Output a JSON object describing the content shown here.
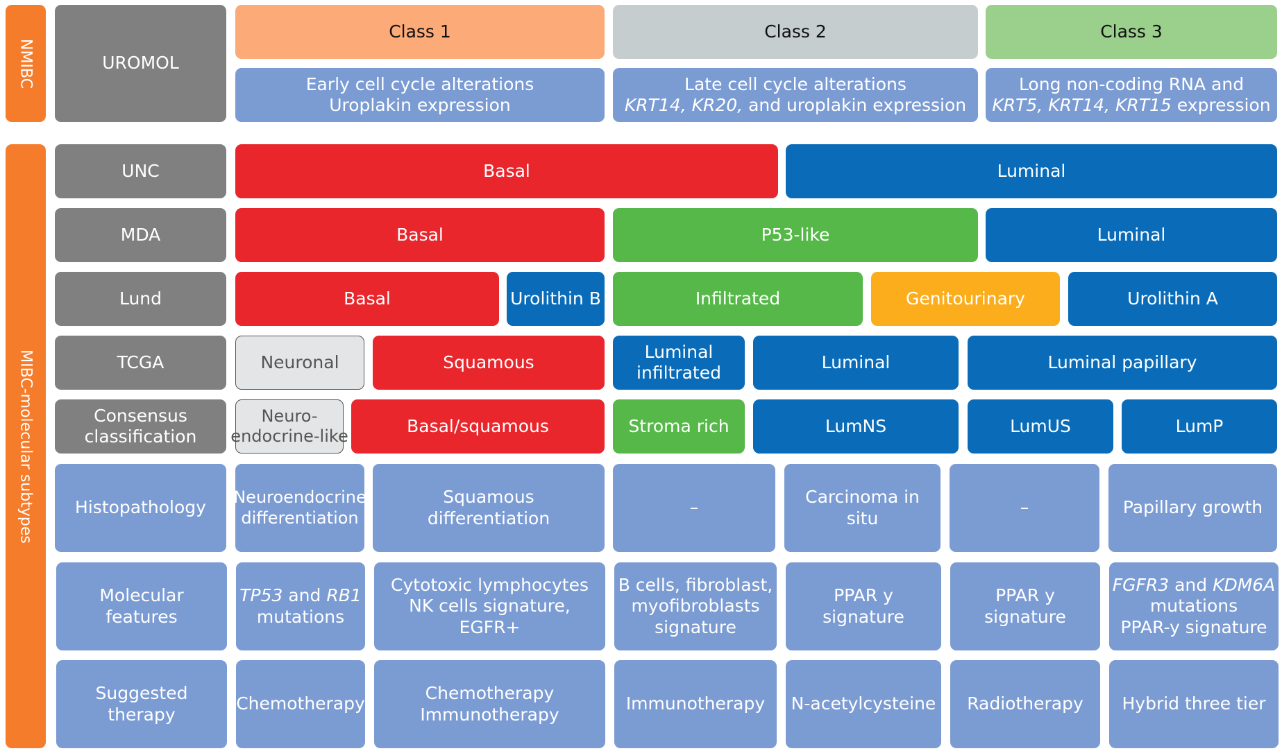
{
  "side_labels": {
    "nmibc": "NMIBC",
    "mibc": "MIBC-molecular subtypes"
  },
  "row_labels": {
    "uromol": "UROMOL",
    "unc": "UNC",
    "mda": "MDA",
    "lund": "Lund",
    "tcga": "TCGA",
    "consensus_1": "Consensus",
    "consensus_2": "classification",
    "histopathology": "Histopathology",
    "molecular_1": "Molecular",
    "molecular_2": "features",
    "therapy_1": "Suggested",
    "therapy_2": "therapy"
  },
  "uromol": {
    "class1": "Class 1",
    "class2": "Class 2",
    "class3": "Class 3",
    "class1_desc_1": "Early cell cycle alterations",
    "class1_desc_2": "Uroplakin expression",
    "class2_desc_1": "Late cell cycle alterations",
    "class2_desc_genes": "KRT14, KR20,",
    "class2_desc_rest": " and uroplakin expression",
    "class3_desc_1": "Long non-coding RNA and",
    "class3_desc_genes": "KRT5, KRT14, KRT15",
    "class3_desc_rest": " expression"
  },
  "unc": {
    "basal": "Basal",
    "luminal": "Luminal"
  },
  "mda": {
    "basal": "Basal",
    "p53like": "P53-like",
    "luminal": "Luminal"
  },
  "lund": {
    "basal": "Basal",
    "urolithin_b": "Urolithin B",
    "infiltrated": "Infiltrated",
    "genitourinary": "Genitourinary",
    "urolithin_a": "Urolithin A"
  },
  "tcga": {
    "neuronal": "Neuronal",
    "squamous": "Squamous",
    "luminal_infiltrated_1": "Luminal",
    "luminal_infiltrated_2": "infiltrated",
    "luminal": "Luminal",
    "luminal_papillary": "Luminal papillary"
  },
  "consensus": {
    "neuro_1": "Neuro-",
    "neuro_2": "endocrine-like",
    "basal_squamous": "Basal/squamous",
    "stroma_rich": "Stroma rich",
    "lumns": "LumNS",
    "lumus": "LumUS",
    "lump": "LumP"
  },
  "histopathology": {
    "neuro_1": "Neuroendocrine",
    "neuro_2": "differentiation",
    "squamous_1": "Squamous",
    "squamous_2": "differentiation",
    "dash_1": "–",
    "cis": "Carcinoma in situ",
    "dash_2": "–",
    "papillary": "Papillary growth"
  },
  "molecular": {
    "tp53": "TP53",
    "and_1": " and ",
    "rb1": "RB1",
    "mutations_1": "mutations",
    "cyto_1": "Cytotoxic lymphocytes",
    "cyto_2": "NK cells signature,",
    "cyto_3": "EGFR+",
    "bcells_1": "B cells, fibroblast,",
    "bcells_2": "myofibroblasts",
    "bcells_3": "signature",
    "ppar1_1": "PPAR y",
    "ppar1_2": "signature",
    "ppar2_1": "PPAR y",
    "ppar2_2": "signature",
    "fgfr3": "FGFR3",
    "and_2": " and ",
    "kdm6a": "KDM6A",
    "mutations_2": "mutations",
    "ppar3": "PPAR-y signature"
  },
  "therapy": {
    "chemo": "Chemotherapy",
    "chemo_immuno_1": "Chemotherapy",
    "chemo_immuno_2": "Immunotherapy",
    "immuno": "Immunotherapy",
    "nac": "N-acetylcysteine",
    "radio": "Radiotherapy",
    "hybrid": "Hybrid three tier"
  },
  "colors": {
    "side_orange": "#f57c2b",
    "label_gray": "#808080",
    "periwinkle": "#7b9bd3",
    "basal_red": "#e9262c",
    "luminal_blue": "#0a6cb9",
    "green": "#55b848",
    "genitourinary_yellow": "#fbad1b",
    "class1_peach": "#fbaa78",
    "class2_gray": "#c6cdcf",
    "class3_green": "#9bd08c"
  }
}
